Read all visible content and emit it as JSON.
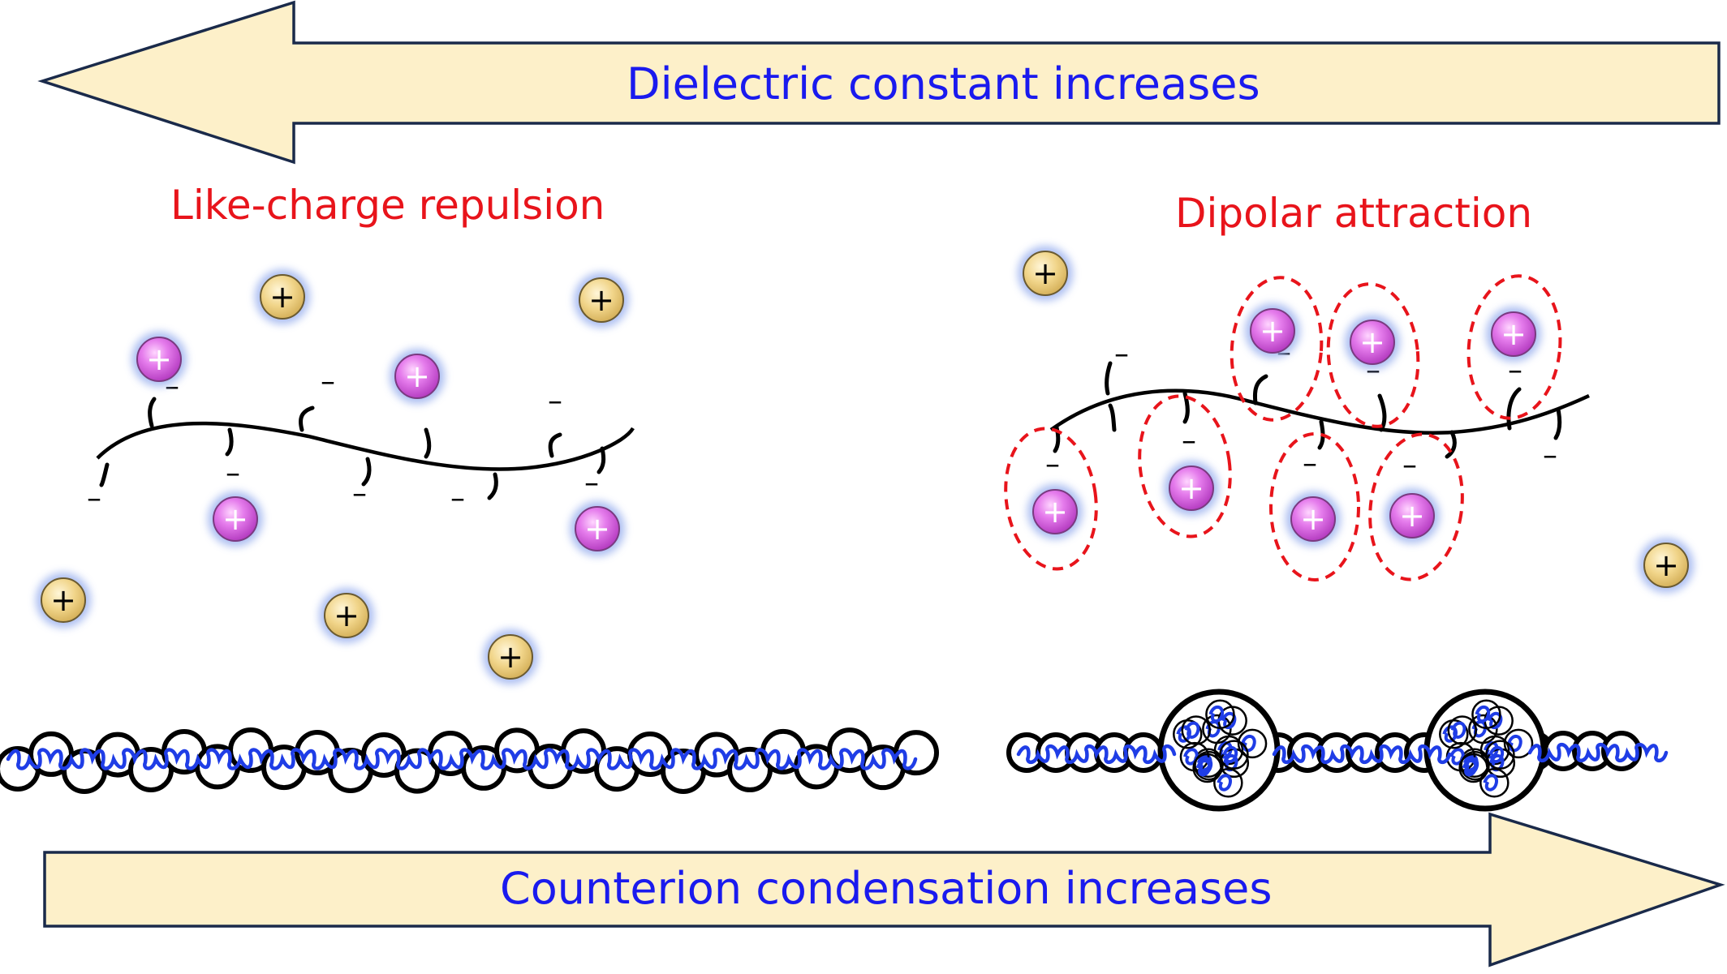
{
  "arrows": {
    "top": {
      "label": "Dielectric constant increases",
      "direction": "left"
    },
    "bottom": {
      "label": "Counterion condensation increases",
      "direction": "right"
    }
  },
  "left_panel": {
    "title": "Like-charge repulsion"
  },
  "right_panel": {
    "title": "Dipolar attraction"
  },
  "symbols": {
    "plus": "+",
    "minus": "–"
  },
  "colors": {
    "arrow_fill": "#fdf0c9",
    "arrow_stroke": "#1a2a4a",
    "label_blue": "#1a1aee",
    "title_red": "#e8141b",
    "counterion_pink": "#e06ee8",
    "free_ion_yellow": "#f2d98a",
    "ion_glow": "#9fb4ef",
    "chain_blue": "#1f3de6",
    "dashed_ellipse": "#e8141b"
  }
}
